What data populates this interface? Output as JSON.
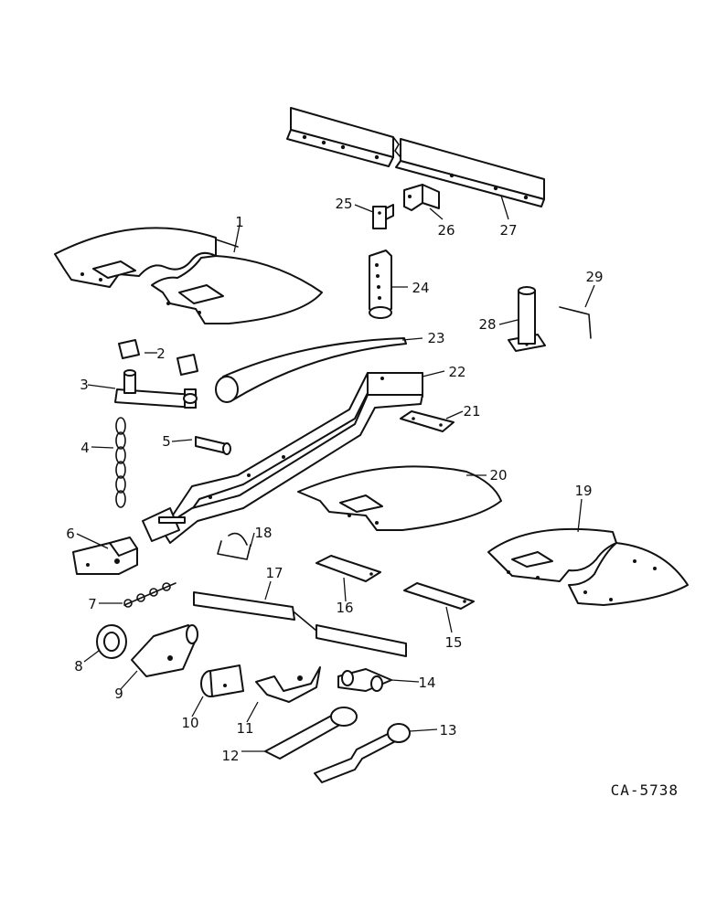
{
  "diagram": {
    "reference_code": "CA-5738",
    "callouts": [
      "1",
      "2",
      "3",
      "4",
      "5",
      "6",
      "7",
      "8",
      "9",
      "10",
      "11",
      "12",
      "13",
      "14",
      "15",
      "16",
      "17",
      "18",
      "19",
      "20",
      "21",
      "22",
      "23",
      "24",
      "25",
      "26",
      "27",
      "28",
      "29"
    ]
  }
}
